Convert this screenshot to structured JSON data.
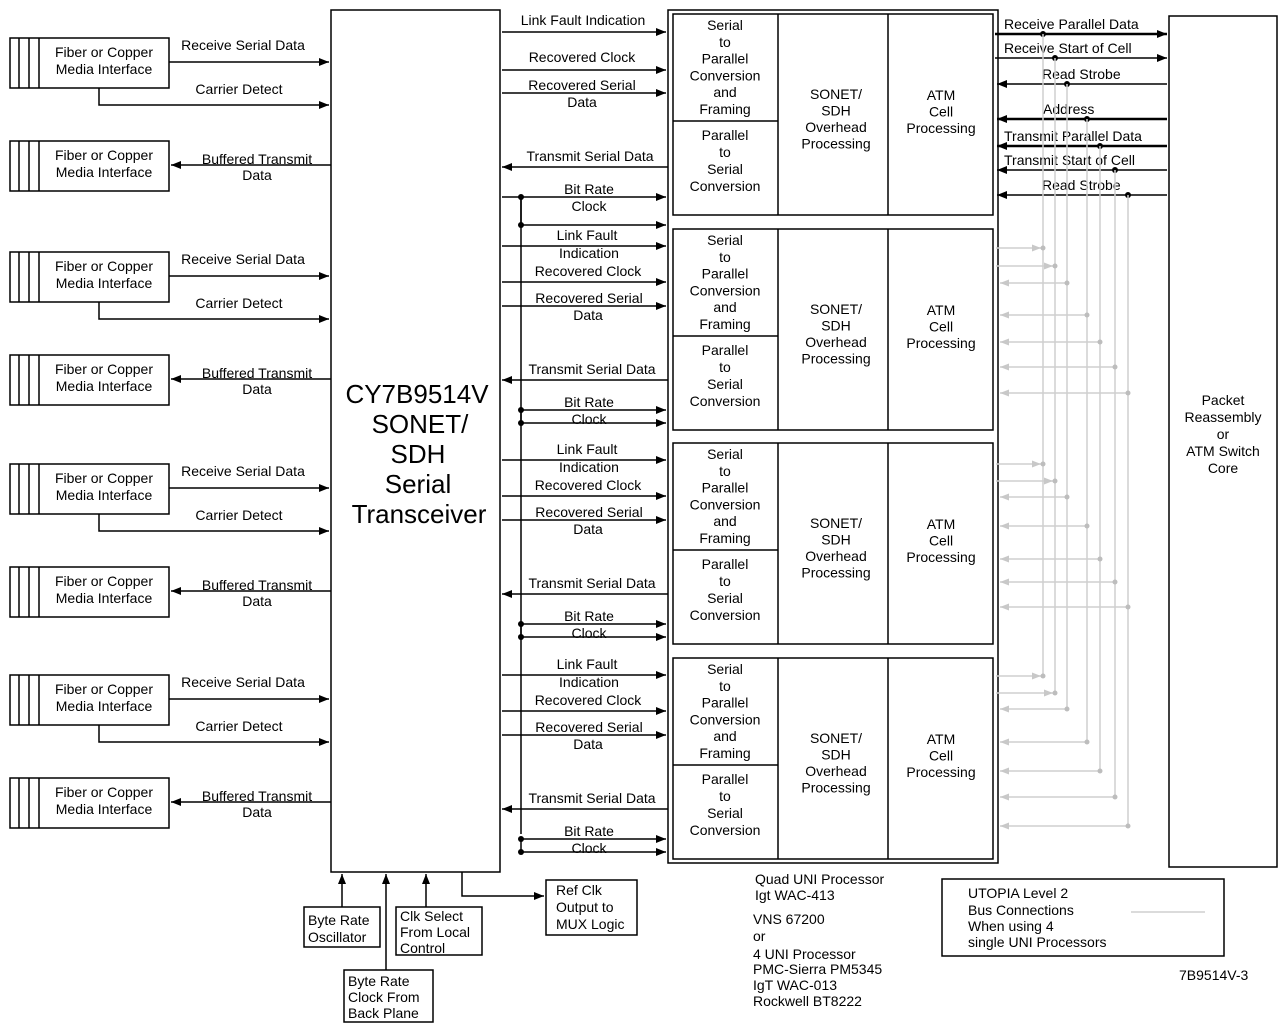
{
  "transceiver": {
    "lines": [
      "CY7B9514V",
      "SONET/",
      "SDH",
      "Serial",
      "Transceiver"
    ]
  },
  "media_interface": {
    "line1": "Fiber or Copper",
    "line2": "Media Interface"
  },
  "left_signals": {
    "receive_serial_data": "Receive Serial Data",
    "carrier_detect": "Carrier Detect",
    "buffered_transmit_1": "Buffered Transmit",
    "buffered_transmit_2": "Data"
  },
  "channel_signals": {
    "link_fault_indication": "Link Fault Indication",
    "link_fault_1": "Link Fault",
    "link_fault_2": "Indication",
    "recovered_clock": "Recovered Clock",
    "recovered_serial_1": "Recovered Serial",
    "recovered_serial_2": "Data",
    "transmit_serial_data": "Transmit Serial Data",
    "bit_rate_1": "Bit Rate",
    "bit_rate_2": "Clock"
  },
  "uni_blocks": {
    "s2p": [
      "Serial",
      "to",
      "Parallel",
      "Conversion",
      "and",
      "Framing"
    ],
    "p2s": [
      "Parallel",
      "to",
      "Serial",
      "Conversion"
    ],
    "sonet": [
      "SONET/",
      "SDH",
      "Overhead",
      "Processing"
    ],
    "atm": [
      "ATM",
      "Cell",
      "Processing"
    ]
  },
  "bus_signals": {
    "receive_parallel_data": "Receive Parallel Data",
    "receive_start_of_cell": "Receive Start of Cell",
    "read_strobe": "Read Strobe",
    "address": "Address",
    "transmit_parallel_data": "Transmit Parallel Data",
    "transmit_start_of_cell": "Transmit Start of Cell"
  },
  "core": [
    "Packet",
    "Reassembly",
    "or",
    "ATM Switch",
    "Core"
  ],
  "bottom": {
    "byte_rate_osc": [
      "Byte Rate",
      "Oscillator"
    ],
    "byte_rate_clock": [
      "Byte Rate",
      "Clock From",
      "Back Plane"
    ],
    "clk_select": [
      "Clk Select",
      "From Local",
      "Control"
    ],
    "ref_clk": [
      "Ref Clk",
      "Output to",
      "MUX Logic"
    ]
  },
  "processor_note": {
    "head": [
      "Quad UNI Processor",
      "Igt WAC-413"
    ],
    "alt": [
      "VNS 67200",
      "or",
      "4 UNI Processor",
      "PMC-Sierra PM5345",
      "IgT WAC-013",
      "Rockwell BT8222"
    ]
  },
  "legend": {
    "lines": [
      "UTOPIA Level 2",
      "Bus Connections",
      "When using 4",
      "single UNI Processors"
    ]
  },
  "figure_id": "7B9514V-3",
  "colors": {
    "line": "#000000",
    "utopia_bus": "#cfcfcf",
    "background": "#ffffff"
  }
}
